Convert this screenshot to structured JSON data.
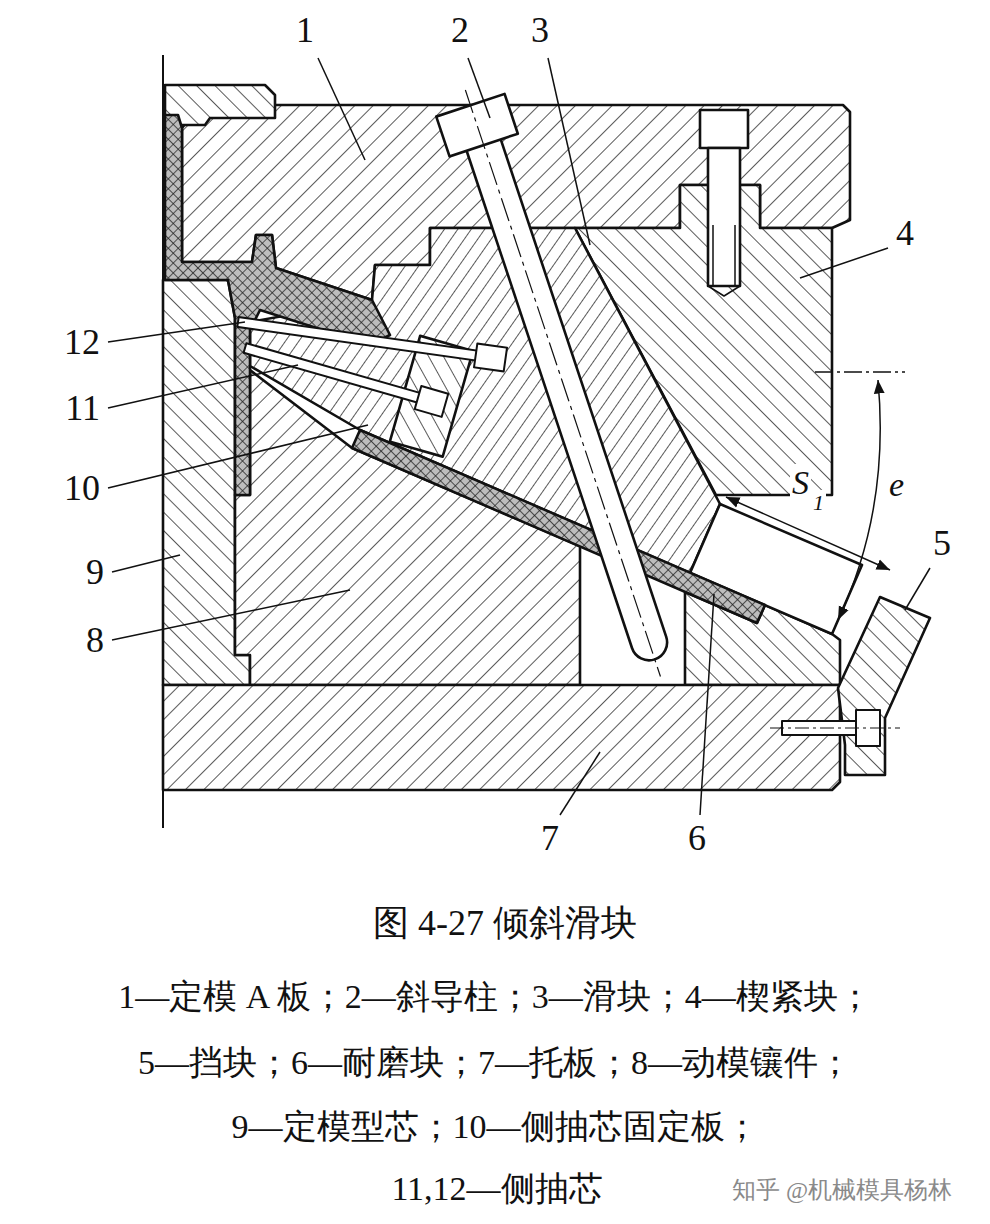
{
  "diagram": {
    "caption": "图 4-27 倾斜滑块",
    "labels": [
      "1",
      "2",
      "3",
      "4",
      "5",
      "12",
      "11",
      "10",
      "9",
      "8",
      "7",
      "6",
      "S",
      "1",
      "e",
      "1—定模 A 板；2—斜导柱；3—滑块；4—楔紧块；",
      "5—挡块；6—耐磨块；7—托板；8—动模镶件；",
      "9—定模型芯；10—侧抽芯固定板；",
      "11,12—侧抽芯",
      "知乎 @机械模具杨林"
    ]
  }
}
